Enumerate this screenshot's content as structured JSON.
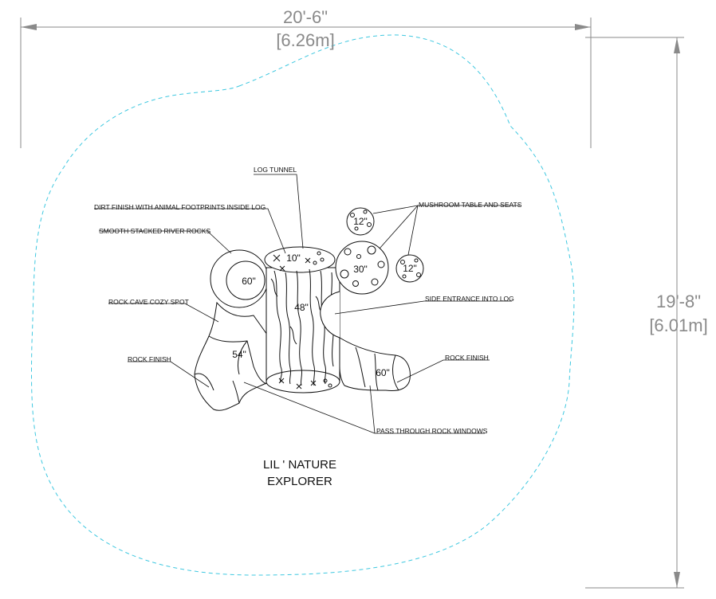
{
  "dimensions": {
    "width_ft": "20'-6\"",
    "width_m": "[6.26m]",
    "depth_ft": "19'-8\"",
    "depth_m": "[6.01m]"
  },
  "title": {
    "line1": "LIL ' NATURE",
    "line2": "EXPLORER"
  },
  "callouts": {
    "log_tunnel": "LOG TUNNEL",
    "dirt_finish": "DIRT FINISH WITH ANIMAL FOOTPRINTS INSIDE LOG",
    "river_rocks": "SMOOTH STACKED RIVER ROCKS",
    "rock_cave": "ROCK CAVE COZY SPOT",
    "rock_finish_left": "ROCK FINISH",
    "mushroom": "MUSHROOM TABLE AND SEATS",
    "side_entrance": "SIDE ENTRANCE INTO LOG",
    "rock_finish_right": "ROCK FINISH",
    "rock_windows": "PASS THROUGH ROCK WINDOWS"
  },
  "sizes": {
    "river_rock": "60\"",
    "log_top": "10\"",
    "log_body": "48\"",
    "rock_left": "54\"",
    "rock_right": "60\"",
    "seat_top": "12\"",
    "table": "30\"",
    "seat_right": "12\""
  }
}
